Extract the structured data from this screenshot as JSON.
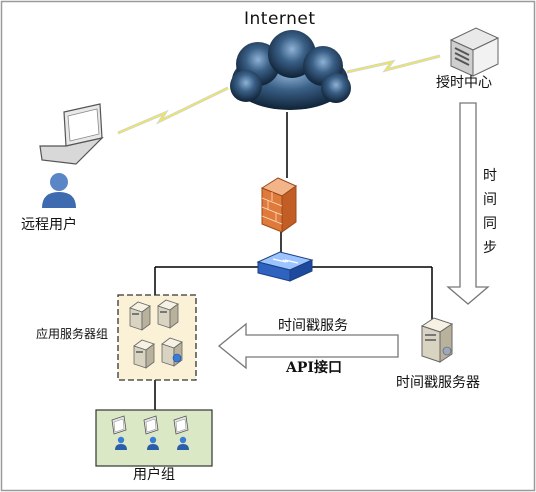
{
  "nodes": {
    "internet": "Internet",
    "remote_user": "远程用户",
    "time_authority": "授时中心",
    "time_sync": "时间同步",
    "app_servers": "应用服务器组",
    "timestamp_service": "时间戳服务",
    "api": "API接口",
    "timestamp_server": "时间戳服务器",
    "user_group": "用户组"
  },
  "colors": {
    "cloud": "#1f3a5a",
    "firewall": "#e07a3a",
    "switch": "#3a6fc7",
    "server_zone": "#fbf1d6",
    "user_zone": "#dbe8c6",
    "lightning": "#f2e35a"
  },
  "icons": [
    "cloud-icon",
    "laptop-icon",
    "user-icon",
    "time-authority-server-icon",
    "firewall-icon",
    "switch-icon",
    "server-icon",
    "workstation-icon",
    "lightning-icon",
    "arrow-icon"
  ]
}
